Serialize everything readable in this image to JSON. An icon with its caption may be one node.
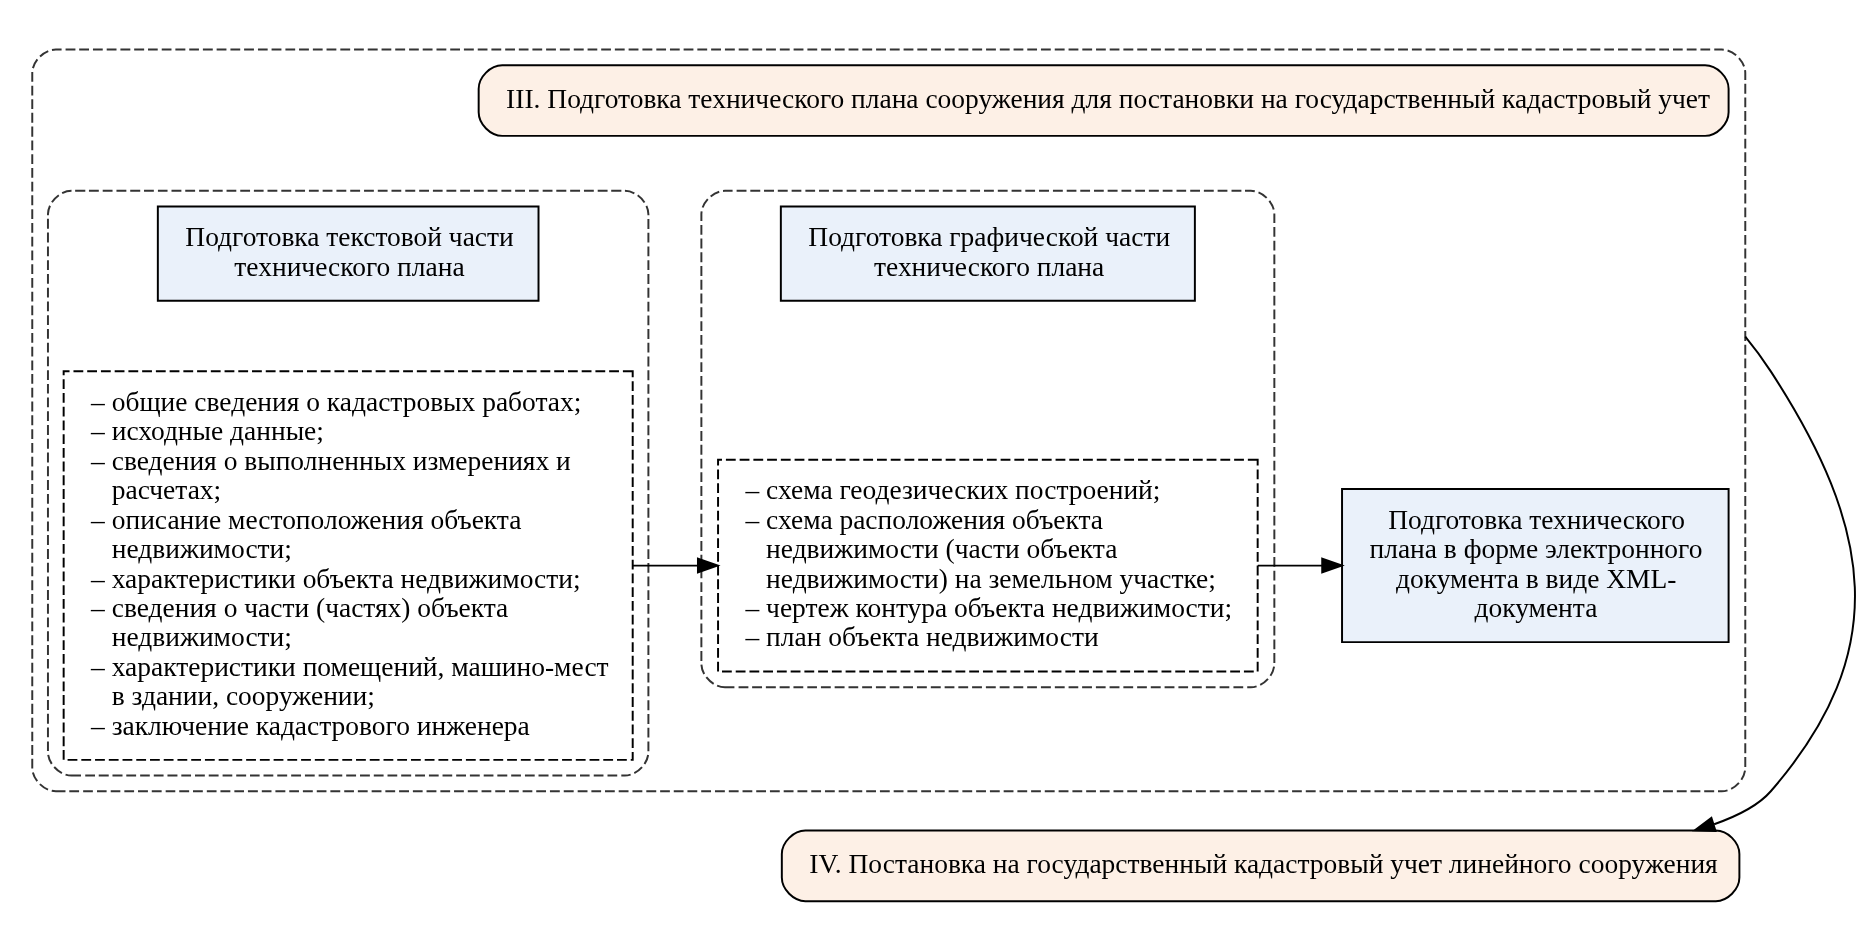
{
  "diagram": {
    "nodes": [
      {
        "text": [],
        "shape": "box"
      },
      {
        "text": [
          "III. Подготовка технического плана сооружения для постановки на государственный кадастровый учет"
        ],
        "in": 0
      },
      {
        "text": [],
        "shape": "box",
        "in": 0
      },
      {
        "text": [
          "Подготовка текстовой части технического плана"
        ],
        "in": 2
      },
      {
        "text": [
          "– общие сведения о кадастровых работах;",
          "– исходные данные;",
          "– сведения о выполненных измерениях и расчетах;",
          "– описание местоположения объекта недвижимости;",
          "– характеристики объекта недвижимости;",
          "– сведения о части (частях) объекта недвижимости;",
          "– характеристики помещений, машино-мест в здании, сооружении;",
          "– заключение кадастрового инженера"
        ],
        "in": 2
      },
      {
        "text": [],
        "shape": "box",
        "in": 0
      },
      {
        "text": [
          "Подготовка графической части технического плана"
        ],
        "in": 5
      },
      {
        "text": [
          "– схема геодезических построений;",
          "– схема расположения объекта недвижимости (части объекта недвижимости) на земельном участке;",
          "– чертеж контура объекта недвижимости;",
          "– план объекта недвижимости"
        ],
        "in": 5
      },
      {
        "text": [
          "Подготовка технического плана в форме электронного документа в виде XML-документа"
        ],
        "in": 0
      },
      {
        "text": [
          "IV. Постановка на государственный кадастровый учет линейного сооружения"
        ]
      }
    ],
    "edges": [
      {
        "from": 4,
        "to": 7,
        "arrow": "to"
      },
      {
        "from": 7,
        "to": 8,
        "arrow": "to"
      },
      {
        "from": 0,
        "to": 9,
        "arrow": "to"
      }
    ]
  }
}
